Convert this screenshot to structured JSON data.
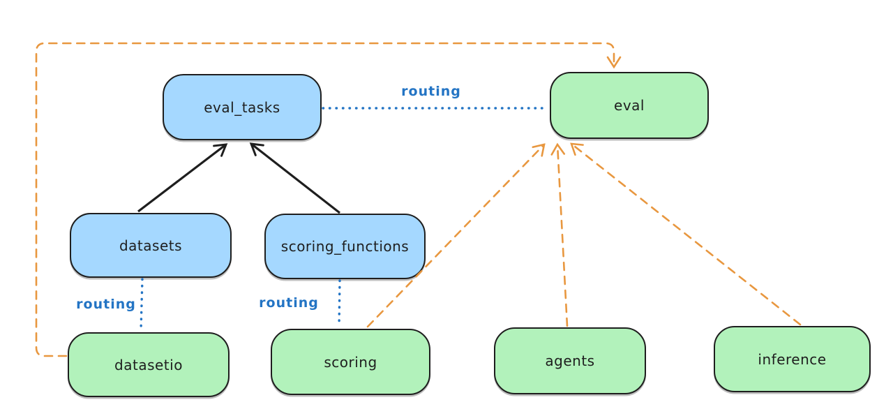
{
  "diagram": {
    "background": "#ffffff",
    "colors": {
      "blue_node_fill": "#a5d8ff",
      "green_node_fill": "#b2f2bb",
      "node_stroke": "#1e1e1e",
      "routing_blue": "#2374c4",
      "orange_dashed": "#e8973f",
      "black_arrow": "#1e1e1e"
    },
    "nodes": {
      "eval_tasks": {
        "label": "eval_tasks",
        "kind": "blue"
      },
      "eval": {
        "label": "eval",
        "kind": "green"
      },
      "datasets": {
        "label": "datasets",
        "kind": "blue"
      },
      "scoring_functions": {
        "label": "scoring_functions",
        "kind": "blue"
      },
      "datasetio": {
        "label": "datasetio",
        "kind": "green"
      },
      "scoring": {
        "label": "scoring",
        "kind": "green"
      },
      "agents": {
        "label": "agents",
        "kind": "green"
      },
      "inference": {
        "label": "inference",
        "kind": "green"
      }
    },
    "edges": [
      {
        "from": "datasets",
        "to": "eval_tasks",
        "style": "solid-arrow",
        "color": "black",
        "label": ""
      },
      {
        "from": "scoring_functions",
        "to": "eval_tasks",
        "style": "solid-arrow",
        "color": "black",
        "label": ""
      },
      {
        "from": "eval_tasks",
        "to": "eval",
        "style": "dotted",
        "color": "blue",
        "label": "routing"
      },
      {
        "from": "datasets",
        "to": "datasetio",
        "style": "dotted",
        "color": "blue",
        "label": "routing"
      },
      {
        "from": "scoring_functions",
        "to": "scoring",
        "style": "dotted",
        "color": "blue",
        "label": "routing"
      },
      {
        "from": "datasetio",
        "to": "eval",
        "style": "dashed-arrow",
        "color": "orange",
        "label": ""
      },
      {
        "from": "scoring",
        "to": "eval",
        "style": "dashed-arrow",
        "color": "orange",
        "label": ""
      },
      {
        "from": "agents",
        "to": "eval",
        "style": "dashed-arrow",
        "color": "orange",
        "label": ""
      },
      {
        "from": "inference",
        "to": "eval",
        "style": "dashed-arrow",
        "color": "orange",
        "label": ""
      }
    ]
  }
}
